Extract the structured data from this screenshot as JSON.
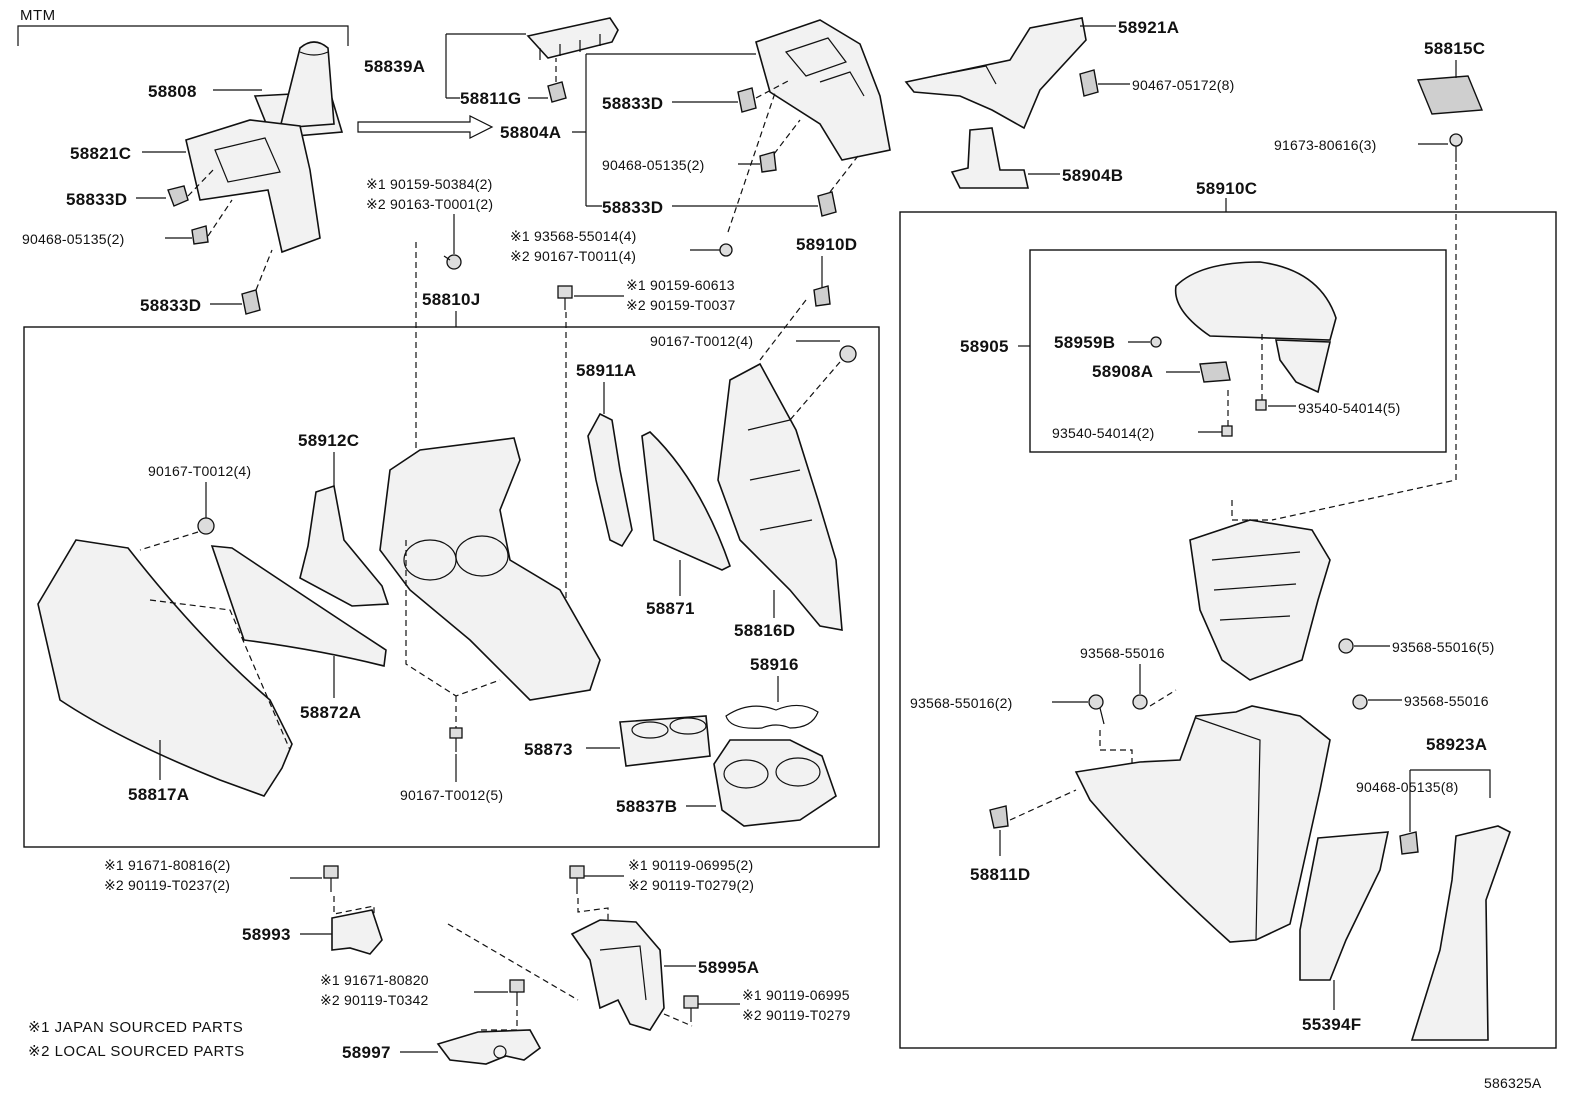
{
  "header": {
    "variant_label": "MTM"
  },
  "parts": {
    "p58808": "58808",
    "p58821C": "58821C",
    "p58833D_a": "58833D",
    "p90468_05135_2_a": "90468-05135(2)",
    "p58833D_b": "58833D",
    "p58839A": "58839A",
    "p58811G": "58811G",
    "p58804A": "58804A",
    "p58833D_c": "58833D",
    "p90468_05135_2_b": "90468-05135(2)",
    "p58833D_d": "58833D",
    "p58921A": "58921A",
    "p90467_05172_8": "90467-05172(8)",
    "p58904B": "58904B",
    "p58815C": "58815C",
    "p91673_80616_3": "91673-80616(3)",
    "p58910C": "58910C",
    "p90159_50384_2": "※1 90159-50384(2)",
    "p90163_T0001_2": "※2 90163-T0001(2)",
    "p93568_55014_4": "※1 93568-55014(4)",
    "p90167_T0011_4": "※2 90167-T0011(4)",
    "p58910D": "58910D",
    "p58810J": "58810J",
    "p90159_60613": "※1 90159-60613",
    "p90159_T0037": "※2 90159-T0037",
    "p90167_T0012_4_a": "90167-T0012(4)",
    "p58911A": "58911A",
    "p58912C": "58912C",
    "p90167_T0012_4_b": "90167-T0012(4)",
    "p58871": "58871",
    "p58816D": "58816D",
    "p58916": "58916",
    "p58872A": "58872A",
    "p58873": "58873",
    "p58837B": "58837B",
    "p58817A": "58817A",
    "p90167_T0012_5": "90167-T0012(5)",
    "p58905": "58905",
    "p58959B": "58959B",
    "p58908A": "58908A",
    "p93540_54014_5": "93540-54014(5)",
    "p93540_54014_2": "93540-54014(2)",
    "p93568_55016_5": "93568-55016(5)",
    "p93568_55016_a": "93568-55016",
    "p93568_55016_2": "93568-55016(2)",
    "p93568_55016_b": "93568-55016",
    "p58923A": "58923A",
    "p90468_05135_8": "90468-05135(8)",
    "p58811D": "58811D",
    "p55394F": "55394F",
    "p91671_80816_2": "※1 91671-80816(2)",
    "p90119_T0237_2": "※2 90119-T0237(2)",
    "p58993": "58993",
    "p90119_06995_2": "※1 90119-06995(2)",
    "p90119_T0279_2": "※2 90119-T0279(2)",
    "p58995A": "58995A",
    "p91671_80820": "※1 91671-80820",
    "p90119_T0342": "※2 90119-T0342",
    "p90119_06995": "※1 90119-06995",
    "p90119_T0279": "※2 90119-T0279",
    "p58997": "58997"
  },
  "notes": {
    "japan": "※1 JAPAN SOURCED PARTS",
    "local": "※2 LOCAL SOURCED PARTS"
  },
  "footer": {
    "diagram_id": "586325A"
  }
}
